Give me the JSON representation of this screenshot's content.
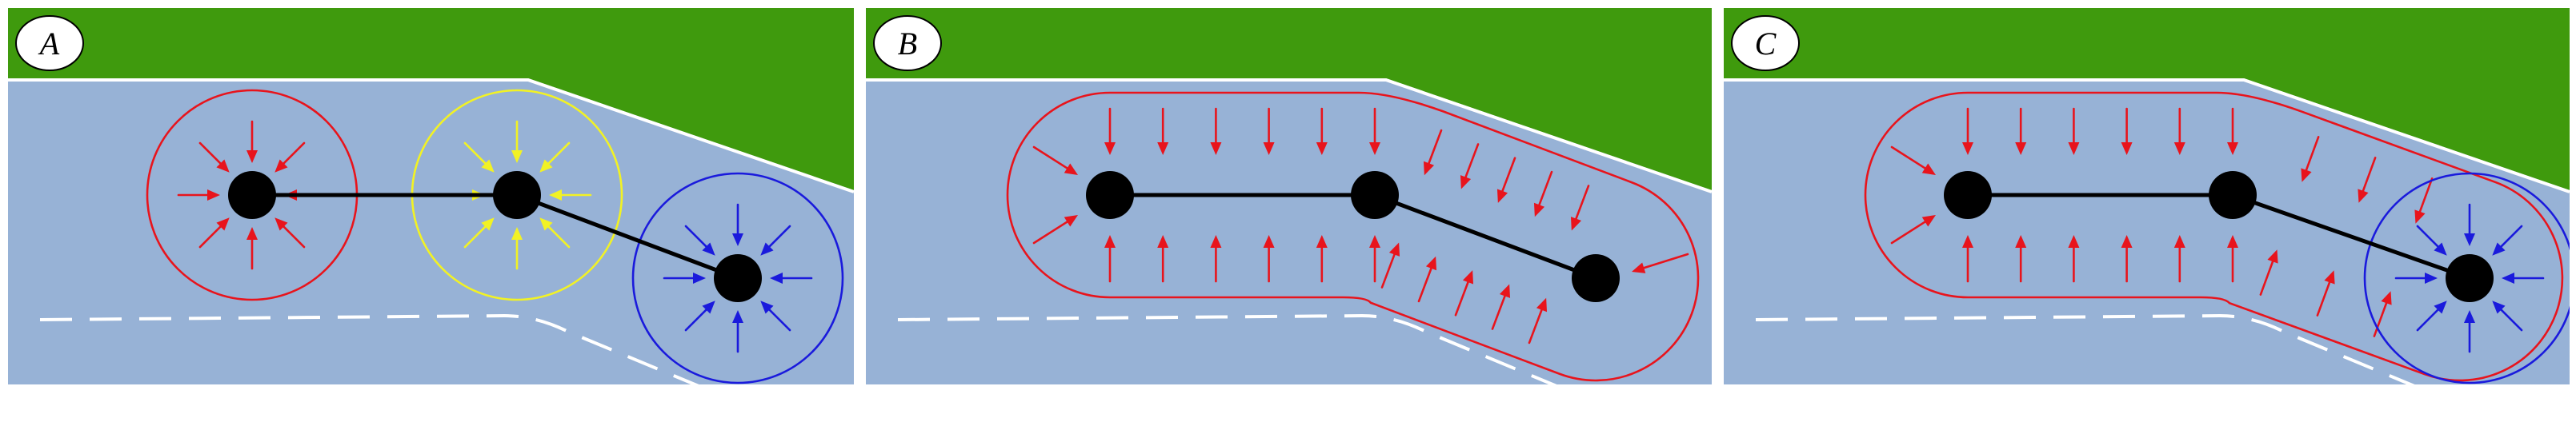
{
  "panels": [
    {
      "id": "A",
      "label": "A",
      "mode": "separate"
    },
    {
      "id": "B",
      "label": "B",
      "mode": "merged-all"
    },
    {
      "id": "C",
      "label": "C",
      "mode": "merged-partial"
    }
  ],
  "colors": {
    "land": "#3f9a0d",
    "water": "#97b2d6",
    "shore": "#ffffff",
    "lane": "#ffffff",
    "chain": "#000000",
    "node": "#000000",
    "red": "#e8141c",
    "yellow": "#f2f224",
    "blue": "#1a1adc"
  },
  "icons": {
    "node": "filled-circle",
    "force": "arrow",
    "chain": "line",
    "region": "circle-outline"
  }
}
